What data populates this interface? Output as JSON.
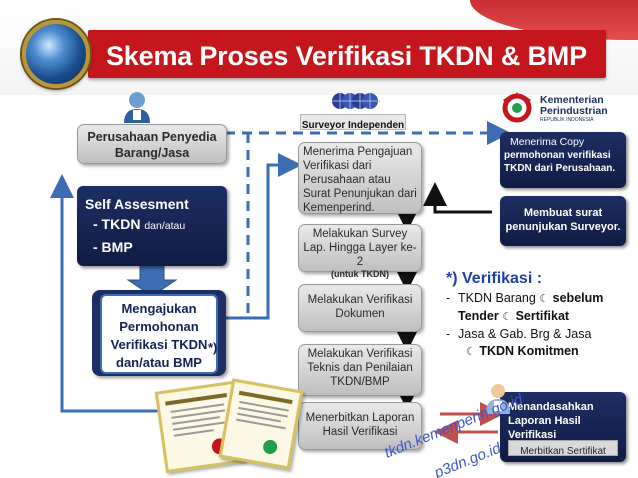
{
  "header": {
    "title": "Skema Proses Verifikasi TKDN & BMP"
  },
  "actors": {
    "provider": "Perusahaan Penyedia Barang/Jasa",
    "surveyor": "Surveyor Independen",
    "ministry": {
      "line1": "Kementerian",
      "line2": "Perindustrian",
      "line3": "REPUBLIK INDONESIA"
    }
  },
  "self_assessment": {
    "title": "Self Assesment",
    "item1": "- TKDN",
    "item1_suffix": "dan/atau",
    "item2": "- BMP"
  },
  "request_box": {
    "text": "Mengajukan Permohonan Verifikasi TKDN dan/atau BMP",
    "mark": "*)"
  },
  "steps": [
    {
      "text": "Menerima Pengajuan Verifikasi dari Perusahaan atau Surat Penunjukan dari Kemenperind."
    },
    {
      "text": "Melakukan Survey Lap. Hingga Layer ke-2",
      "sub": "(untuk TKDN)"
    },
    {
      "text": "Melakukan Verifikasi Dokumen"
    },
    {
      "text": "Melakukan Verifikasi Teknis dan Penilaian TKDN/BMP"
    },
    {
      "text": "Menerbitkan Laporan Hasil Verifikasi"
    }
  ],
  "ministry_boxes": {
    "receive_copy": {
      "label": "Menerima  Copy",
      "text": "permohonan verifikasi TKDN dari Perusahaan."
    },
    "assign": "Membuat surat penunjukan Surveyor.",
    "ratify": "Menandasahkan Laporan Hasil Verifikasi",
    "issue_cert": "Merbitkan Sertifikat"
  },
  "note": {
    "title": "*) Verifikasi :",
    "bullet1_a": "TKDN Barang",
    "bullet1_b": "sebelum",
    "bullet1_c": "Tender",
    "bullet1_d": "Sertifikat",
    "bullet2_a": "Jasa  & Gab. Brg & Jasa",
    "bullet2_b": "TKDN Komitmen",
    "glyph": "☾"
  },
  "watermark": {
    "line1": "tkdn.kemenperin.go.id",
    "line2": "p3dn.go.id"
  },
  "colors": {
    "title_red": "#c4161c",
    "dark_navy": "#142355",
    "accent_blue": "#3c6db3",
    "note_blue": "#1f3fa8",
    "cert_green": "#1e9f4b"
  }
}
